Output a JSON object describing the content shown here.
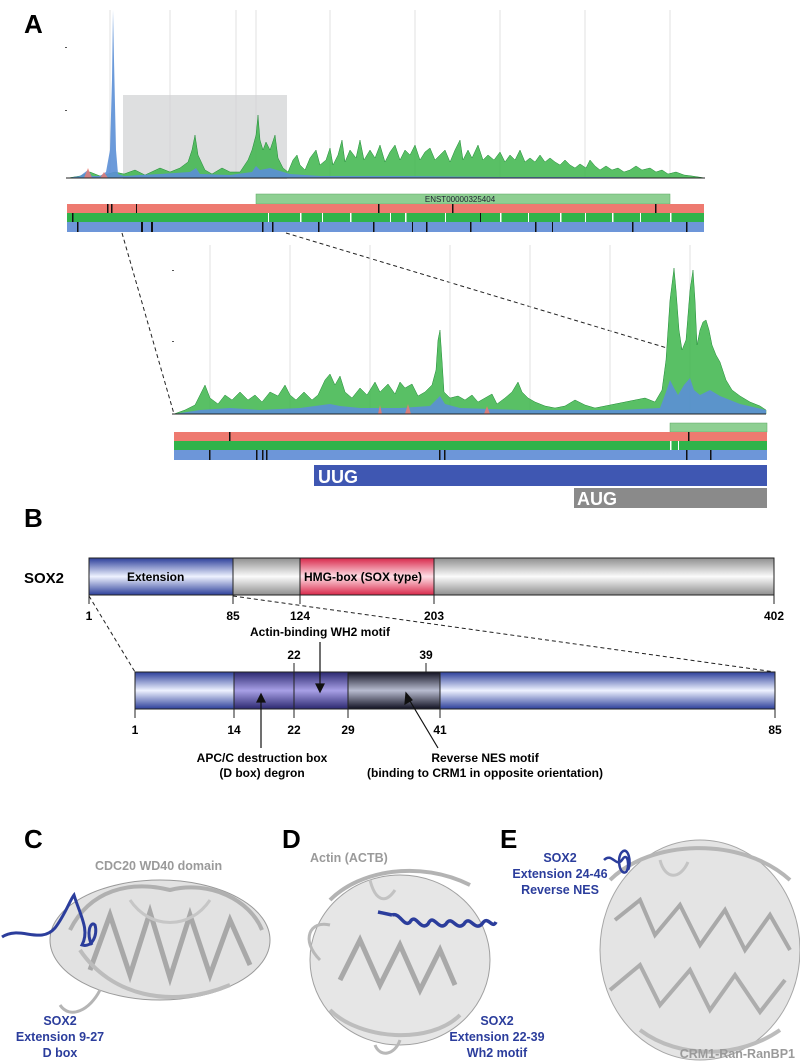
{
  "panel_labels": {
    "a": "A",
    "b": "B",
    "c": "C",
    "d": "D",
    "e": "E"
  },
  "colors": {
    "red_track": "#ee7a70",
    "green_track": "#30b34a",
    "blue_track": "#6d96d9",
    "uug_bar": "#3f57b2",
    "aug_bar": "#8a8a8a",
    "hmg_box": "#e4415f",
    "extension_blue": "#3b55b0",
    "structure_gray": "#cfcfcf",
    "sox2_chain": "#2b3d9c"
  },
  "panel_a": {
    "transcript_label": "ENST00000325404",
    "uug_label": "UUG",
    "aug_label": "AUG"
  },
  "panel_b": {
    "protein_name": "SOX2",
    "domains": {
      "extension": "Extension",
      "hmg": "HMG-box (SOX type)"
    },
    "full_ticks": [
      "1",
      "85",
      "124",
      "203",
      "402"
    ],
    "zoom_ticks": [
      "1",
      "14",
      "22",
      "29",
      "41",
      "85"
    ],
    "top_ticks": [
      "22",
      "39"
    ],
    "annotations": {
      "wh2": "Actin-binding WH2 motif",
      "dbox_line1": "APC/C destruction box",
      "dbox_line2": "(D box) degron",
      "nes_line1": "Reverse NES motif",
      "nes_line2": "(binding to CRM1 in opposite orientation)"
    }
  },
  "panel_c": {
    "structure_label": "CDC20 WD40 domain",
    "sox_line1": "SOX2",
    "sox_line2": "Extension 9-27",
    "sox_line3": "D box"
  },
  "panel_d": {
    "structure_label": "Actin (ACTB)",
    "sox_line1": "SOX2",
    "sox_line2": "Extension 22-39",
    "sox_line3": "Wh2 motif"
  },
  "panel_e": {
    "structure_label": "CRM1-Ran-RanBP1",
    "sox_line1": "SOX2",
    "sox_line2": "Extension 24-46",
    "sox_line3": "Reverse NES"
  }
}
